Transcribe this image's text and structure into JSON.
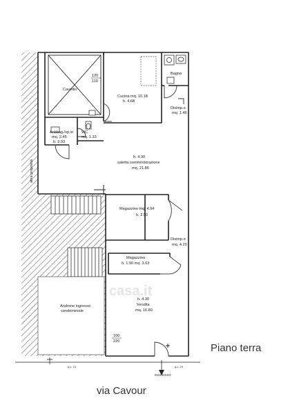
{
  "plan": {
    "floor_label": "Piano terra",
    "street_label": "via Cavour",
    "entrance_label": "INGRESSO",
    "neighbor_label": "altra proprietà",
    "watermark": "casa.it",
    "dims": {
      "left_top": "120",
      "left_bottom": "110",
      "lower_top": "100",
      "lower_bottom": "220"
    },
    "level_marks": {
      "left": "q.c. 13",
      "right": "q.c. 29"
    },
    "rooms": {
      "cavedio": {
        "name": "Cavedio"
      },
      "bagno": {
        "name": "Bagno"
      },
      "cucina": {
        "name": "Cucina mq. 10.18",
        "height": "h. 4.68"
      },
      "disimp1": {
        "name": "Disimp.o",
        "area": "mq. 1.46"
      },
      "antibagno": {
        "name": "Antibag./sp.io",
        "area": "mq. 2.45",
        "height": "h. 3.93"
      },
      "wc": {
        "name": "WC",
        "area": "mq. 1.33"
      },
      "saletta": {
        "height": "h. 4.30",
        "name": "saletta somministrazione",
        "area": "mq. 21.86"
      },
      "magazzino1": {
        "name": "Magazzino mq. 4.94",
        "height": "h. 2.50"
      },
      "disimp2": {
        "name": "Disimp.o",
        "area": "mq. 4.20"
      },
      "magazzino2": {
        "name": "Magazzino",
        "detail": "h. 1.90 mq. 3.63"
      },
      "vendita": {
        "height": "h. 4.30",
        "name": "Vendita",
        "area": "mq. 16.80"
      },
      "androne": {
        "name": "Androne ingresso",
        "name2": "condominiale"
      }
    }
  }
}
